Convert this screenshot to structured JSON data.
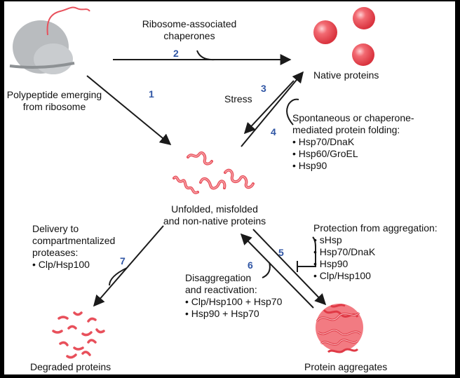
{
  "nodes": {
    "ribosome": [
      "Polypeptide emerging",
      "from ribosome"
    ],
    "native": "Native proteins",
    "unfolded": [
      "Unfolded, misfolded",
      "and non-native proteins"
    ],
    "degraded": "Degraded proteins",
    "aggregates": "Protein aggregates"
  },
  "labels": {
    "ribosome_chaperones": [
      "Ribosome-associated",
      "chaperones"
    ],
    "stress": "Stress",
    "folding": {
      "title": [
        "Spontaneous or chaperone-",
        "mediated protein folding:"
      ],
      "items": [
        "Hsp70/DnaK",
        "Hsp60/GroEL",
        "Hsp90"
      ]
    },
    "protection": {
      "title": "Protection from aggregation:",
      "items": [
        "sHsp",
        "Hsp70/DnaK",
        "Hsp90",
        "Clp/Hsp100"
      ]
    },
    "disaggregation": {
      "title": [
        "Disaggregation",
        "and reactivation:"
      ],
      "items": [
        "Clp/Hsp100 + Hsp70",
        "Hsp90 + Hsp70"
      ]
    },
    "delivery": {
      "title": [
        "Delivery to",
        "compartmentalized",
        "proteases:"
      ],
      "items": [
        "Clp/Hsp100"
      ]
    }
  },
  "steps": [
    "1",
    "2",
    "3",
    "4",
    "5",
    "6",
    "7"
  ],
  "colors": {
    "frame": "#000000",
    "panel": "#ffffff",
    "step_number": "#2f55a4",
    "protein": "#e8505b",
    "protein_light": "#f7a3a8",
    "ribosome": "#b9bcbf",
    "arrow": "#1a1a1a"
  }
}
